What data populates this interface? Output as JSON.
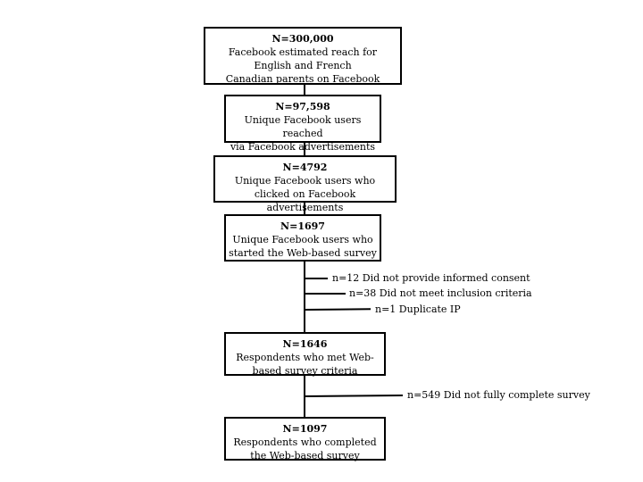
{
  "boxes": [
    {
      "count": "N=300,000",
      "lines": [
        "Facebook estimated reach for",
        "English and French",
        "Canadian parents on Facebook"
      ]
    },
    {
      "count": "N=97,598",
      "lines": [
        "Unique Facebook users reached",
        "via Facebook advertisements"
      ]
    },
    {
      "count": "N=4792",
      "lines": [
        "Unique Facebook users who",
        "clicked on Facebook advertisements"
      ]
    },
    {
      "count": "N=1697",
      "lines": [
        "Unique Facebook users who",
        "started the Web-based survey"
      ]
    },
    {
      "count": "N=1646",
      "lines": [
        "Respondents who met Web-",
        "based survey criteria"
      ]
    },
    {
      "count": "N=1097",
      "lines": [
        "Respondents who completed",
        "the Web-based survey"
      ]
    }
  ],
  "exclusions": [
    "n=12 Did not provide informed consent",
    "n=38 Did not meet inclusion criteria",
    "n=1 Duplicate IP",
    "n=549 Did not fully complete survey"
  ]
}
